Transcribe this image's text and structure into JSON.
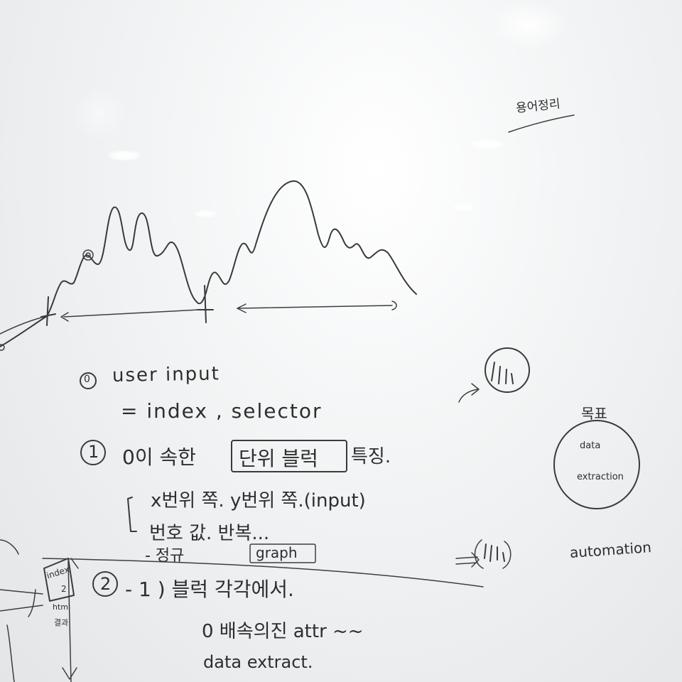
{
  "board": {
    "title": "용어정리",
    "items": {
      "item0": {
        "marker": "0",
        "line1": "user input",
        "line2": "= index , selector"
      },
      "item1": {
        "marker": "1",
        "line1": "0이 속한",
        "boxed": "단위 블럭",
        "suffix": "특징.",
        "bullet1": "x번위 쪽.   y번위 쪽.(input)",
        "bullet2": "번호 값.  반복...",
        "bullet3": "- 정규",
        "bullet3_boxed": "graph"
      },
      "item2": {
        "marker": "2",
        "line1": "- 1 ) 블럭 각각에서.",
        "line2": "0 배속의진 attr ~~",
        "line3": "data extract."
      }
    },
    "side_box": {
      "label1": "index",
      "label2": "2",
      "label3": "html",
      "label4": "결과"
    },
    "goal": {
      "title": "목표",
      "circle_line1": "data",
      "circle_line2": "extraction",
      "below": "automation"
    }
  }
}
